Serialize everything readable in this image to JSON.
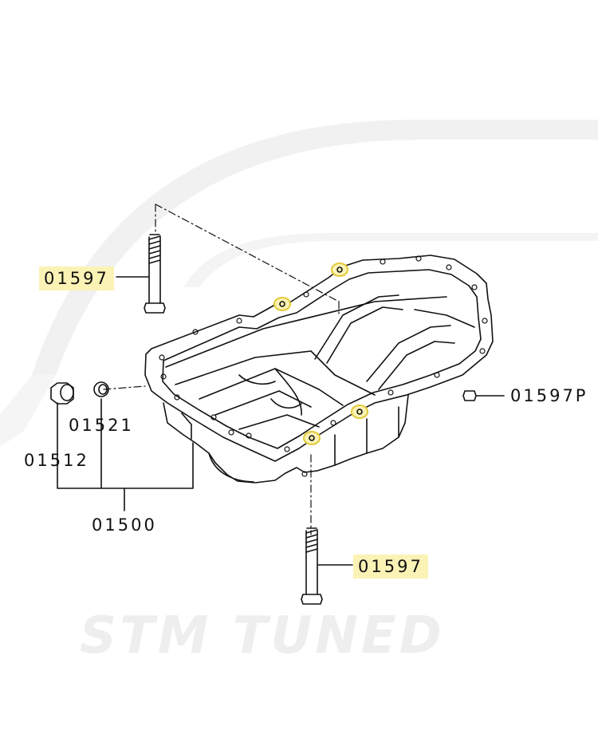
{
  "watermark": {
    "text": "STM TUNED",
    "color": "#e9e9e9"
  },
  "colors": {
    "line": "#111111",
    "highlight_fill": "#fbf2b5",
    "highlight_ring": "#e3c93a"
  },
  "part_labels": {
    "bolt_top": "01597",
    "bolt_bottom": "01597",
    "bolt_right": "01597P",
    "gasket": "01521",
    "drain_plug": "01512",
    "oil_pan_assembly": "01500"
  }
}
